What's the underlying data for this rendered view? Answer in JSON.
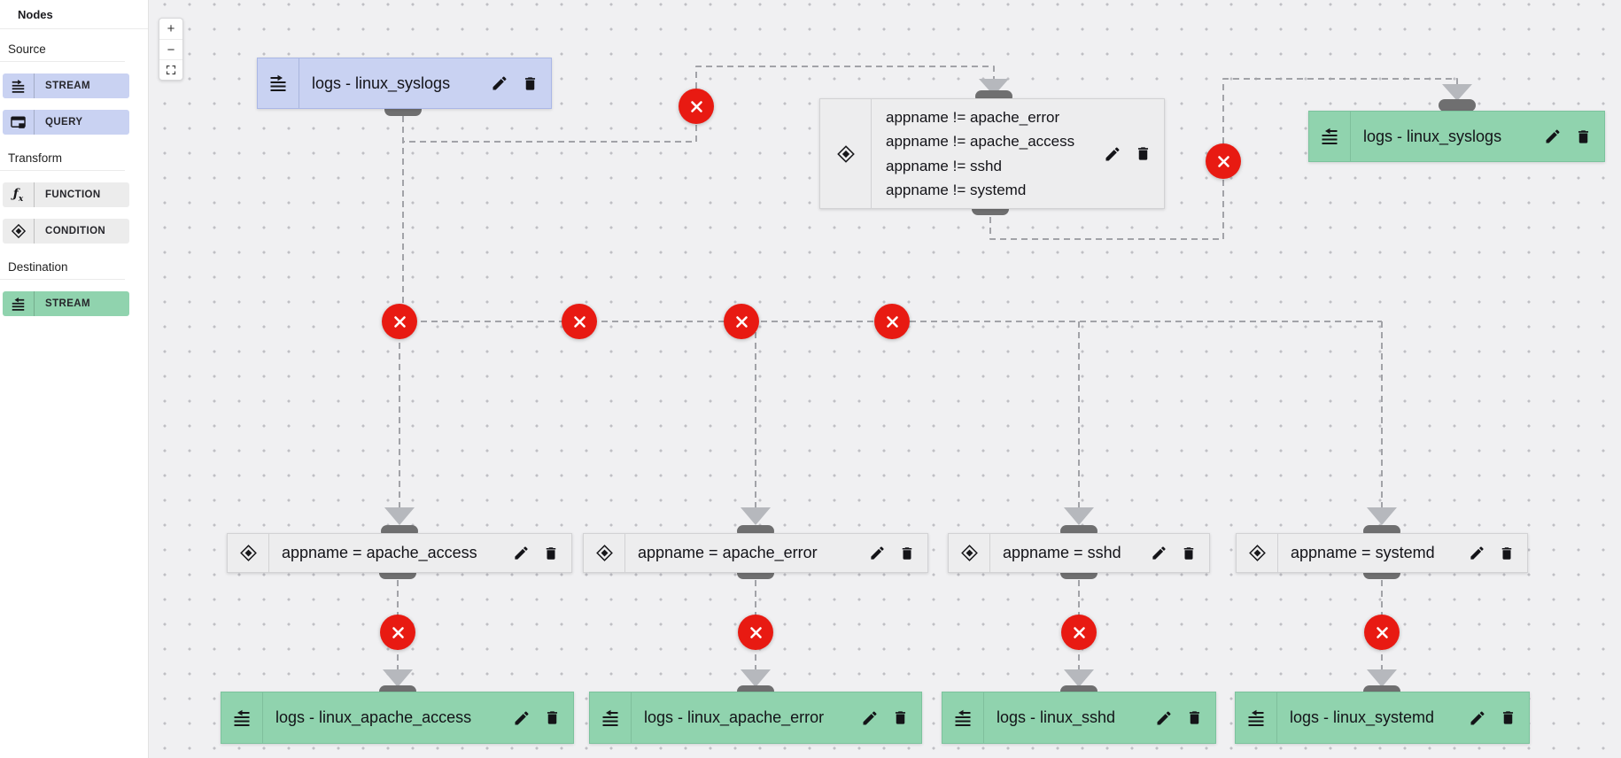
{
  "sidebar": {
    "title": "Nodes",
    "sections": [
      {
        "label": "Source",
        "items": [
          {
            "label": "STREAM",
            "icon": "stream-input-icon"
          },
          {
            "label": "QUERY",
            "icon": "query-icon"
          }
        ]
      },
      {
        "label": "Transform",
        "items": [
          {
            "label": "FUNCTION",
            "icon": "function-icon"
          },
          {
            "label": "CONDITION",
            "icon": "condition-icon"
          }
        ]
      },
      {
        "label": "Destination",
        "items": [
          {
            "label": "STREAM",
            "icon": "stream-output-icon"
          }
        ]
      }
    ]
  },
  "toolbar": {
    "zoom_in": "+",
    "zoom_out": "−"
  },
  "canvas": {
    "nodes": {
      "source_syslogs": {
        "type": "source stream",
        "label": "logs - linux_syslogs"
      },
      "filter": {
        "type": "condition",
        "conditions": [
          "appname != apache_error",
          "appname != apache_access",
          "appname != sshd",
          "appname != systemd"
        ]
      },
      "dest_syslogs": {
        "type": "destination stream",
        "label": "logs - linux_syslogs"
      },
      "cond_apache_access": {
        "type": "condition",
        "label": "appname = apache_access"
      },
      "cond_apache_error": {
        "type": "condition",
        "label": "appname = apache_error"
      },
      "cond_sshd": {
        "type": "condition",
        "label": "appname = sshd"
      },
      "cond_systemd": {
        "type": "condition",
        "label": "appname = systemd"
      },
      "dest_apache_access": {
        "type": "destination stream",
        "label": "logs - linux_apache_access"
      },
      "dest_apache_error": {
        "type": "destination stream",
        "label": "logs - linux_apache_error"
      },
      "dest_sshd": {
        "type": "destination stream",
        "label": "logs - linux_sshd"
      },
      "dest_systemd": {
        "type": "destination stream",
        "label": "logs - linux_systemd"
      }
    },
    "colors": {
      "source_node": "#c9d2f2",
      "destination_node": "#90d3ae",
      "condition_node": "#ededee",
      "edge": "#a2a3a8",
      "edge_delete": "#e81a12"
    }
  }
}
